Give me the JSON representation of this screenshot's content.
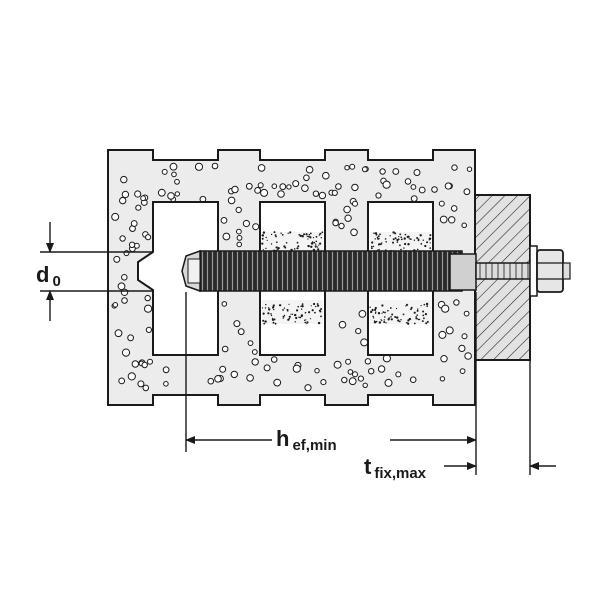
{
  "diagram": {
    "labels": {
      "d0": {
        "main": "d",
        "sub": "0"
      },
      "hef_min": {
        "main": "h",
        "sub": "ef,min"
      },
      "tfix_max": {
        "main": "t",
        "sub": "fix,max"
      }
    },
    "colors": {
      "line": "#1a1a1a",
      "block_fill": "#ececec",
      "cavity_fill": "#ffffff",
      "plate_fill": "#e2e2e2",
      "anchor_fill": "#2a2a2a"
    }
  }
}
